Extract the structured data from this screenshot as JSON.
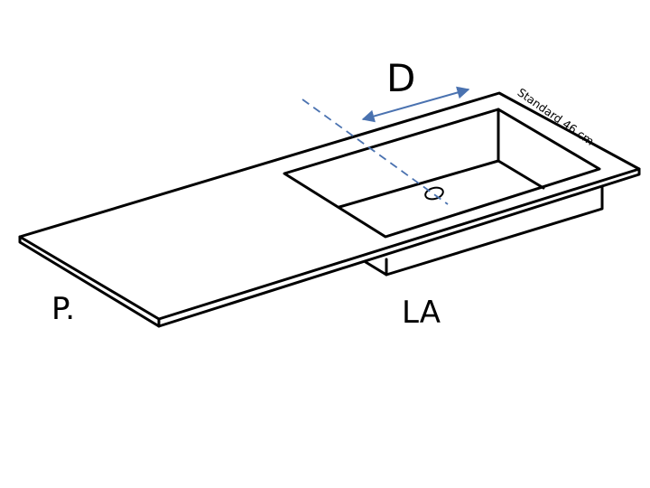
{
  "labels": {
    "depth": "D",
    "depth_standard": "Standard 46 cm",
    "left_edge": "P.",
    "length": "LA"
  },
  "colors": {
    "outline": "#000000",
    "dimension_line": "#4a72b0",
    "background": "#ffffff"
  }
}
